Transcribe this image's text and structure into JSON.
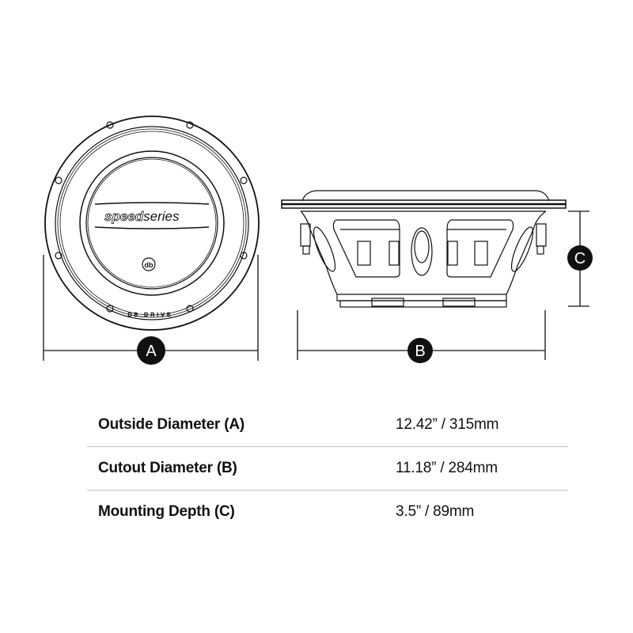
{
  "diagram": {
    "front_view": {
      "logo_text_bold": "speed",
      "logo_text_light": "series",
      "badge_text": "db",
      "ring_text": "DB DRIVE",
      "dimension_marker": "A"
    },
    "side_view": {
      "width_marker": "B",
      "depth_marker": "C"
    }
  },
  "specs": [
    {
      "label": "Outside Diameter (A)",
      "value": "12.42” / 315mm"
    },
    {
      "label": "Cutout Diameter (B)",
      "value": "11.18” / 284mm"
    },
    {
      "label": "Mounting Depth (C)",
      "value": "3.5” / 89mm"
    }
  ]
}
